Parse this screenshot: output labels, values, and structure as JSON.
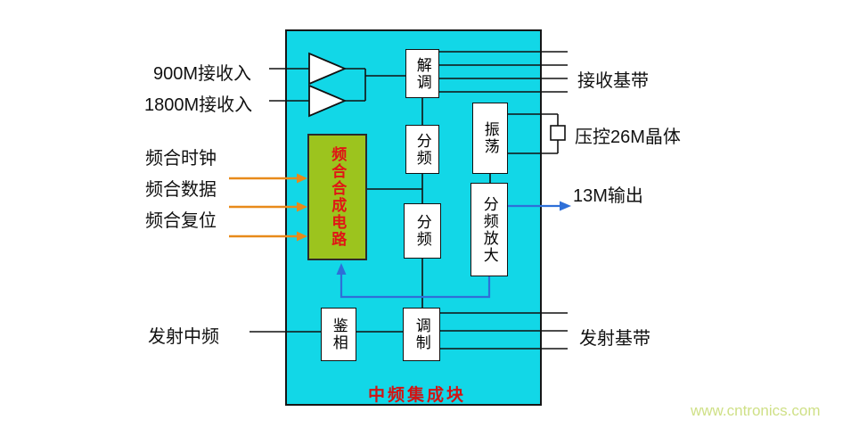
{
  "diagram": {
    "title": "中频集成块",
    "watermark": "www.cntronics.com",
    "blocks": {
      "demod": "解调",
      "div1": "分频",
      "div2": "分频",
      "osc": "振荡",
      "divamp": "分频放大",
      "synth": "频合合成电路",
      "phase": "鉴相",
      "mod": "调制"
    },
    "labels_left": {
      "rx900": "900M接收入",
      "rx1800": "1800M接收入",
      "clk": "频合时钟",
      "data": "频合数据",
      "reset": "频合复位",
      "txif": "发射中频"
    },
    "labels_right": {
      "rxbb": "接收基带",
      "crystal": "压控26M晶体",
      "out13m": "13M输出",
      "txbb": "发射基带"
    },
    "colors": {
      "block_bg": "#12d7e7",
      "synth_bg": "#9cc41e",
      "synth_text": "#e01515",
      "title_text": "#d21414",
      "arrow_orange": "#e88a1a",
      "arrow_blue": "#2e6fd8",
      "watermark": "#cfe087",
      "wire": "#111111"
    }
  }
}
